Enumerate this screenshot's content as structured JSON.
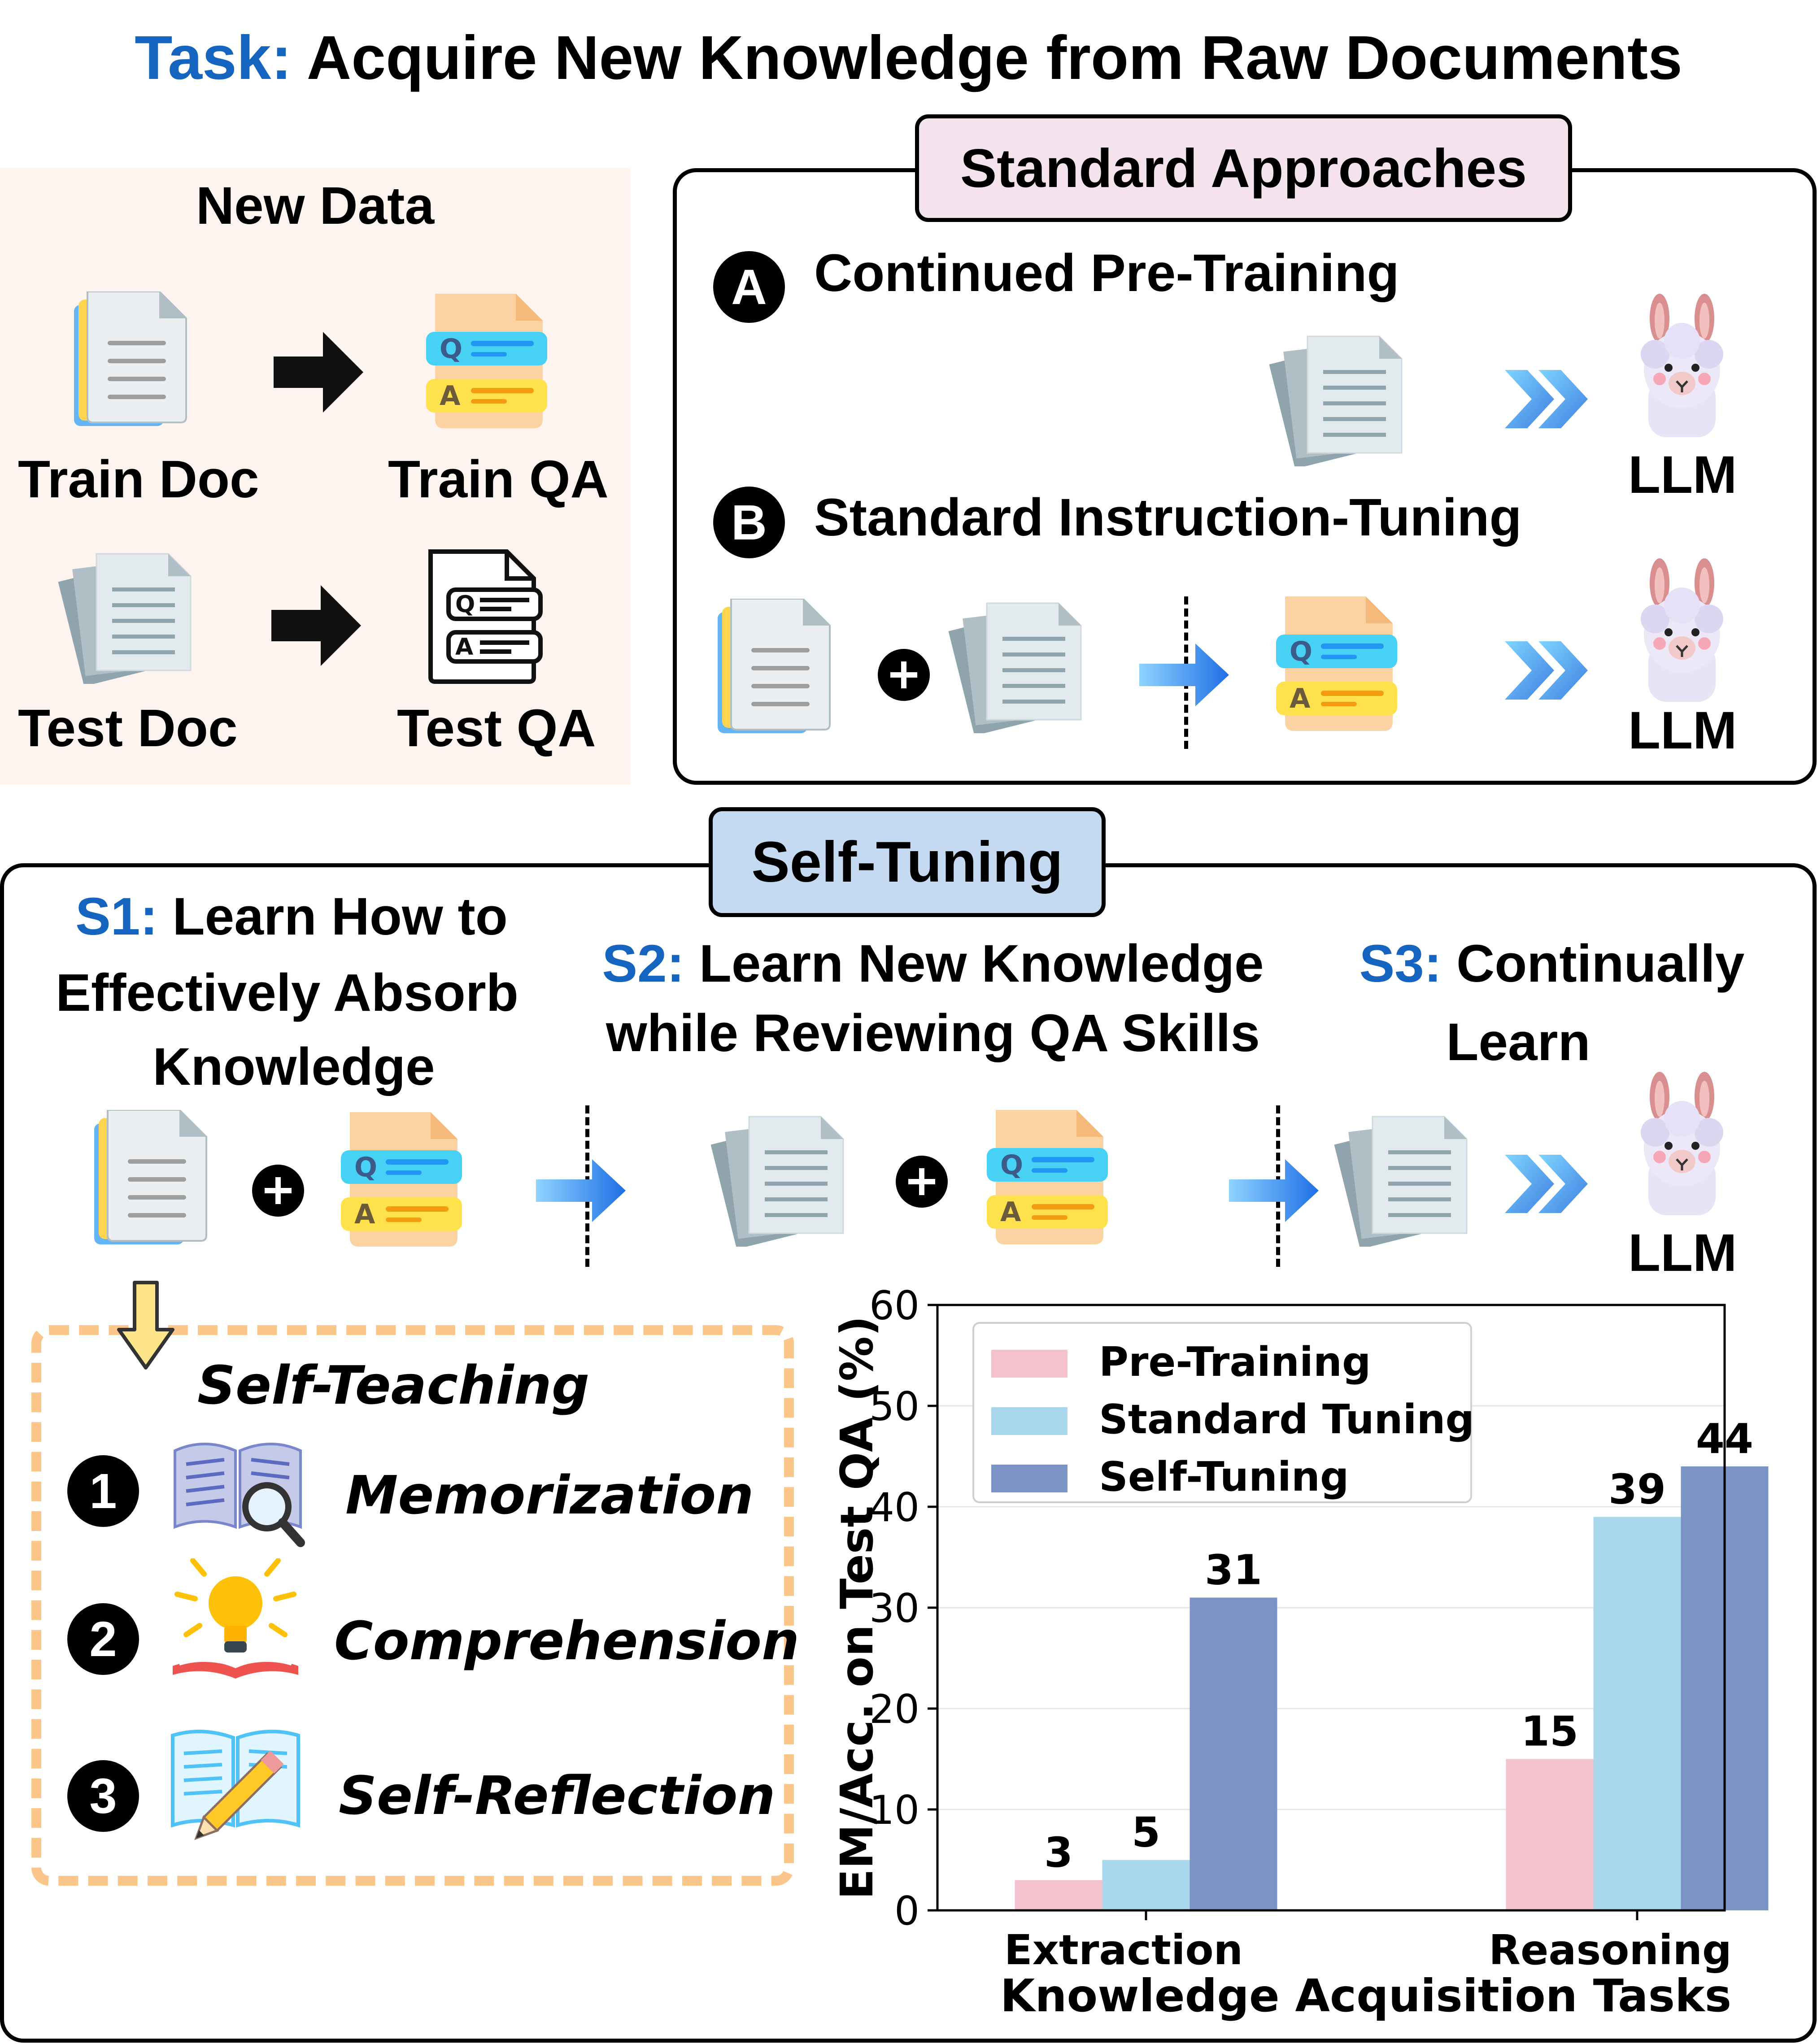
{
  "title": {
    "prefix": "Task:",
    "text": "Acquire New Knowledge from Raw Documents"
  },
  "new_data": {
    "header": "New Data",
    "train_doc": "Train Doc",
    "train_qa": "Train QA",
    "test_doc": "Test Doc",
    "test_qa": "Test QA"
  },
  "standard": {
    "header": "Standard Approaches",
    "a_badge": "A",
    "a_label": "Continued Pre-Training",
    "b_badge": "B",
    "b_label": "Standard Instruction-Tuning",
    "llm": "LLM"
  },
  "self_tuning": {
    "header": "Self-Tuning",
    "s1_prefix": "S1:",
    "s1_line1": "Learn How to",
    "s1_line2": "Effectively Absorb",
    "s1_line3": "Knowledge",
    "s2_prefix": "S2:",
    "s2_line1": "Learn New Knowledge",
    "s2_line2": "while Reviewing QA Skills",
    "s3_prefix": "S3:",
    "s3_line1": "Continually",
    "s3_line2": "Learn",
    "llm": "LLM"
  },
  "self_teaching": {
    "header": "Self-Teaching",
    "items": [
      {
        "num": "1",
        "label": "Memorization"
      },
      {
        "num": "2",
        "label": "Comprehension"
      },
      {
        "num": "3",
        "label": "Self-Reflection"
      }
    ]
  },
  "icons": {
    "doc": "document-stack-icon",
    "qa": "qa-card-icon",
    "qa_outline": "qa-document-outline-icon",
    "arrow": "right-arrow-icon",
    "plus": "plus-circle-icon",
    "chevrons": "double-chevron-icon",
    "llama": "llama-icon",
    "memorization": "book-magnifier-icon",
    "comprehension": "lightbulb-book-icon",
    "reflection": "book-pencil-icon",
    "down_arrow": "down-arrow-icon"
  },
  "chart_data": {
    "type": "bar",
    "categories": [
      "Extraction",
      "Reasoning"
    ],
    "series": [
      {
        "name": "Pre-Training",
        "values": [
          3,
          15
        ],
        "color": "#f4c2ce"
      },
      {
        "name": "Standard Tuning",
        "values": [
          5,
          39
        ],
        "color": "#a9d8ec"
      },
      {
        "name": "Self-Tuning",
        "values": [
          31,
          44
        ],
        "color": "#7c93c6"
      }
    ],
    "xlabel": "Knowledge Acquisition Tasks",
    "ylabel": "EM/Acc. on Test QA (%)",
    "ylim": [
      0,
      60
    ],
    "yticks": [
      "0",
      "10",
      "20",
      "30",
      "40",
      "50",
      "60"
    ],
    "legend": "top-left",
    "grid": true
  }
}
